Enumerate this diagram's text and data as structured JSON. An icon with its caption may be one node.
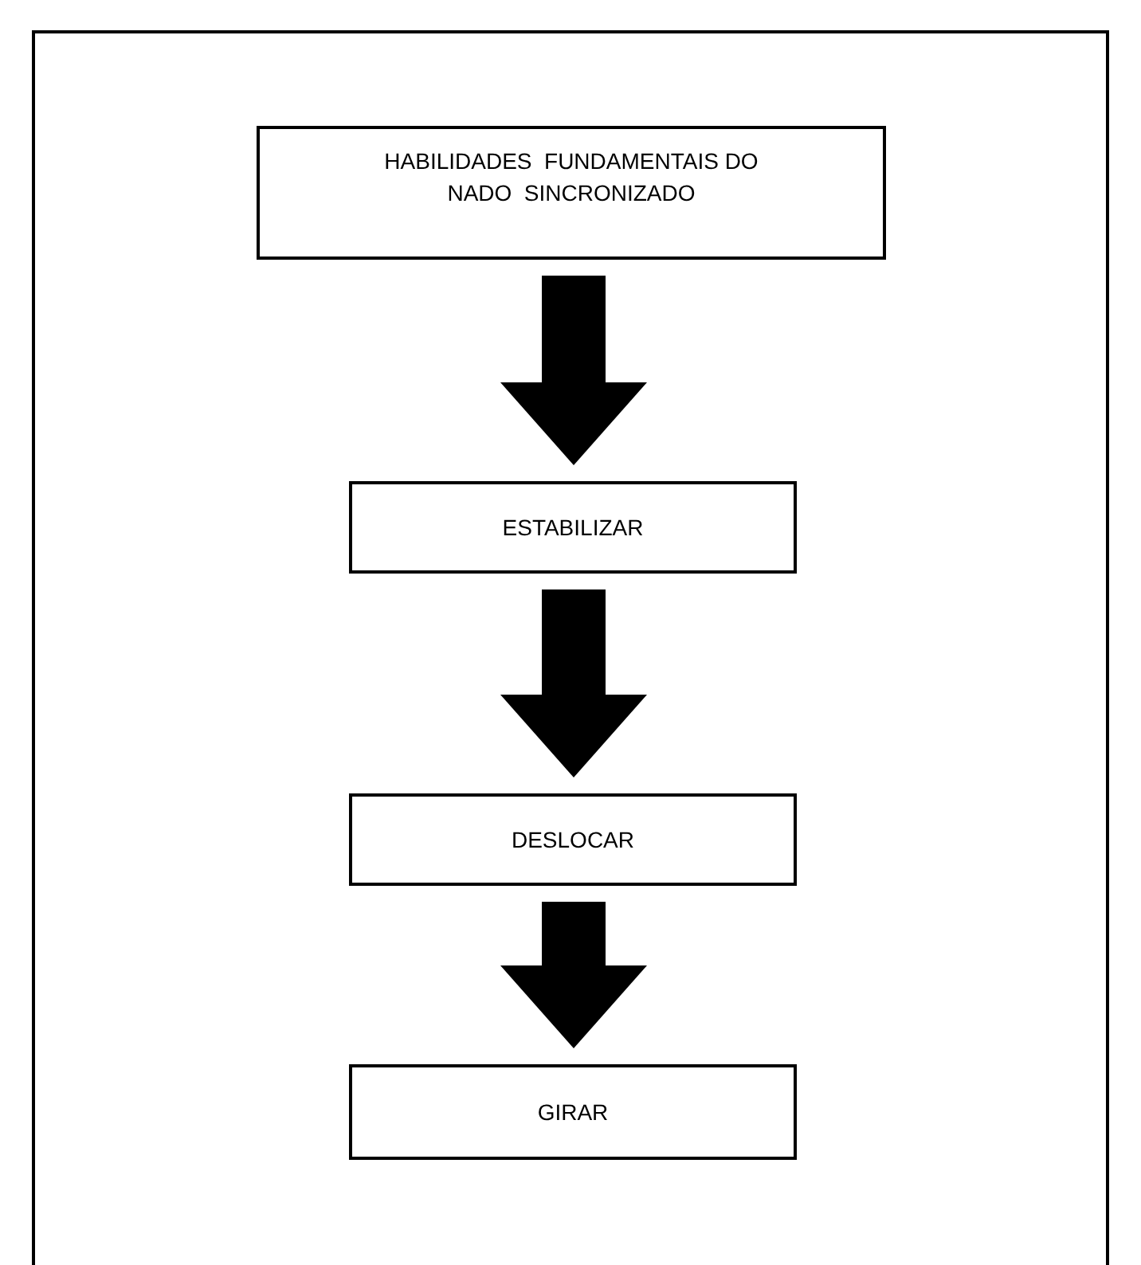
{
  "diagram": {
    "nodes": [
      {
        "text": [
          "HABILIDADES  FUNDAMENTAIS DO NADO  SINCRONIZADO"
        ]
      },
      {
        "text": [
          "ESTABILIZAR"
        ]
      },
      {
        "text": [
          "DESLOCAR"
        ]
      },
      {
        "text": [
          "GIRAR"
        ]
      }
    ],
    "edges": [
      {
        "from": 0,
        "to": 1,
        "arrow": "to"
      },
      {
        "from": 1,
        "to": 2,
        "arrow": "to"
      },
      {
        "from": 2,
        "to": 3,
        "arrow": "to"
      }
    ]
  }
}
